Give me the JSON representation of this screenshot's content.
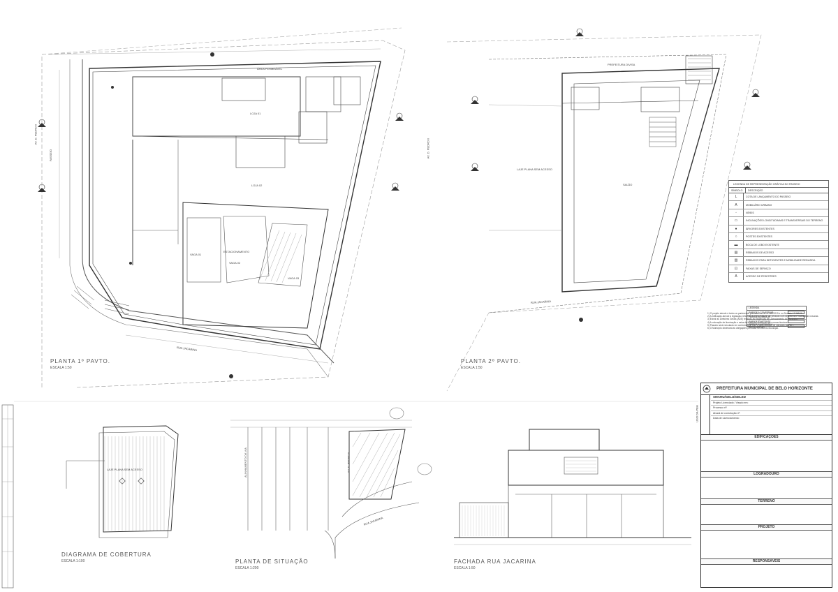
{
  "plans": {
    "floor1": {
      "title": "PLANTA 1º PAVTO.",
      "scale": "ESCALA 1:50"
    },
    "floor2": {
      "title": "PLANTA 2º PAVTO.",
      "scale": "ESCALA 1:50"
    },
    "roof": {
      "title": "DIAGRAMA DE COBERTURA",
      "scale": "ESCALA 1:100"
    },
    "site": {
      "title": "PLANTA DE SITUAÇÃO",
      "scale": "ESCALA 1:200"
    },
    "facade": {
      "title": "FACHADA RUA JACARINA",
      "scale": "ESCALA 1:50"
    }
  },
  "labels": {
    "area_permeavel": "ÁREA PERMEÁVEL",
    "passeio": "PASSEIO",
    "loja01": "LOJA 01",
    "loja02": "LOJA 02",
    "estacionamento": "ESTACIONAMENTO",
    "vaga01": "VAGA 01",
    "vaga02": "VAGA 02",
    "vaga03": "VAGA 03",
    "salao": "SALÃO",
    "laje": "LAJE PLANA SEM ACESSO",
    "rua_jacarina": "RUA JACARINA",
    "av_d_pedro": "AV. D. PEDRO II",
    "prefeitura_divisa": "PREFEITURA DIVISA",
    "alinhamento": "ALINHAMENTO DA VIA"
  },
  "legend": {
    "header": "LEGENDA DE REPRESENTAÇÃO GRÁFICA NO PASSEIO",
    "col_symbol": "SÍMBOLO",
    "col_desc": "DESCRIÇÃO",
    "items": [
      {
        "sym": "L",
        "desc": "COTA DE LANÇAMENTO DO PASSEIO"
      },
      {
        "sym": "A",
        "desc": "MOBILIÁRIO URBANO"
      },
      {
        "sym": "◦",
        "desc": "NÍVEIS"
      },
      {
        "sym": "▭",
        "desc": "INCLINAÇÕES LONGITUDINAIS E TRANSVERSAIS DO TERRENO"
      },
      {
        "sym": "●",
        "desc": "ÁRVORES EXISTENTES"
      },
      {
        "sym": "○",
        "desc": "POSTES EXISTENTES"
      },
      {
        "sym": "▬",
        "desc": "BOCA DE LOBO EXISTENTE"
      },
      {
        "sym": "▤",
        "desc": "REBAIXOS DE ACESSO"
      },
      {
        "sym": "▥",
        "desc": "REBAIXOS PARA DEFICIENTES E MOBILIDADE REDUZIDA"
      },
      {
        "sym": "⊡",
        "desc": "FAIXAS DE SERVIÇO"
      },
      {
        "sym": "A",
        "desc": "ACESSO DE PEDESTRES"
      }
    ]
  },
  "walls": {
    "header": "LEGENDA",
    "rows": [
      "PAREDE A CONSTRUIR",
      "PAREDE A DEMOLIR",
      "PAREDE EXISTENTE",
      "PAREDE EXISTENTE A REGULARIZAR"
    ]
  },
  "notes": [
    "1) O projeto atende à todos os parâmetros previstos na Lei 11.181/2019 e no Decreto 17.266/19.",
    "2) A edificação atende à legislação referente à acessibilidade de pessoas com deficiência e mobilidade reduzida.",
    "3) Eximir as Diretrizes Gerais (ADE) relativas às exigências de Licenciamento do Município.",
    "4) A colocação de iluminação e caixa de inspeção obedecerá as normas técnicas.",
    "5) Passeio será executado em conformidade com a padronização de calçadas da PBH.",
    "6) O Município observará as obrigações previstas no Decreto Municipal."
  ],
  "titleblock": {
    "org": "PREFEITURA MUNICIPAL DE BELO HORIZONTE",
    "sub": "SMARU/GELU/GELED",
    "side": "USO DA PBH",
    "sections": [
      "EDIFICAÇÕES",
      "LOGRADOURO",
      "TERRENO",
      "PROJETO",
      "RESPONSÁVEIS"
    ],
    "lines": [
      "Projeto Licenciado / Visado em:",
      "Processo nº:",
      "Alvará de construção nº:",
      "Data de Licenciamento:"
    ]
  }
}
